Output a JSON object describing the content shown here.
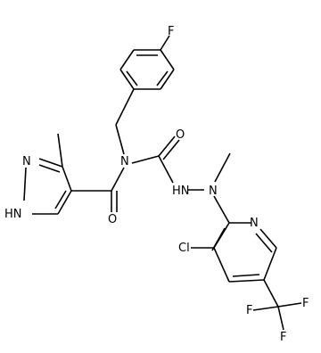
{
  "structure": {
    "atoms": {
      "f_top": "F",
      "n_amide": "N",
      "o_amide": "O",
      "o_urea": "O",
      "pyrazole_n": "N",
      "pyrazole_nh": "HN",
      "nh_hydrazine": "HN",
      "n_methyl": "N",
      "pyridine_n": "N",
      "cl": "Cl",
      "cf3_f_left": "F",
      "cf3_f_right": "F",
      "cf3_f_bottom": "F"
    }
  }
}
